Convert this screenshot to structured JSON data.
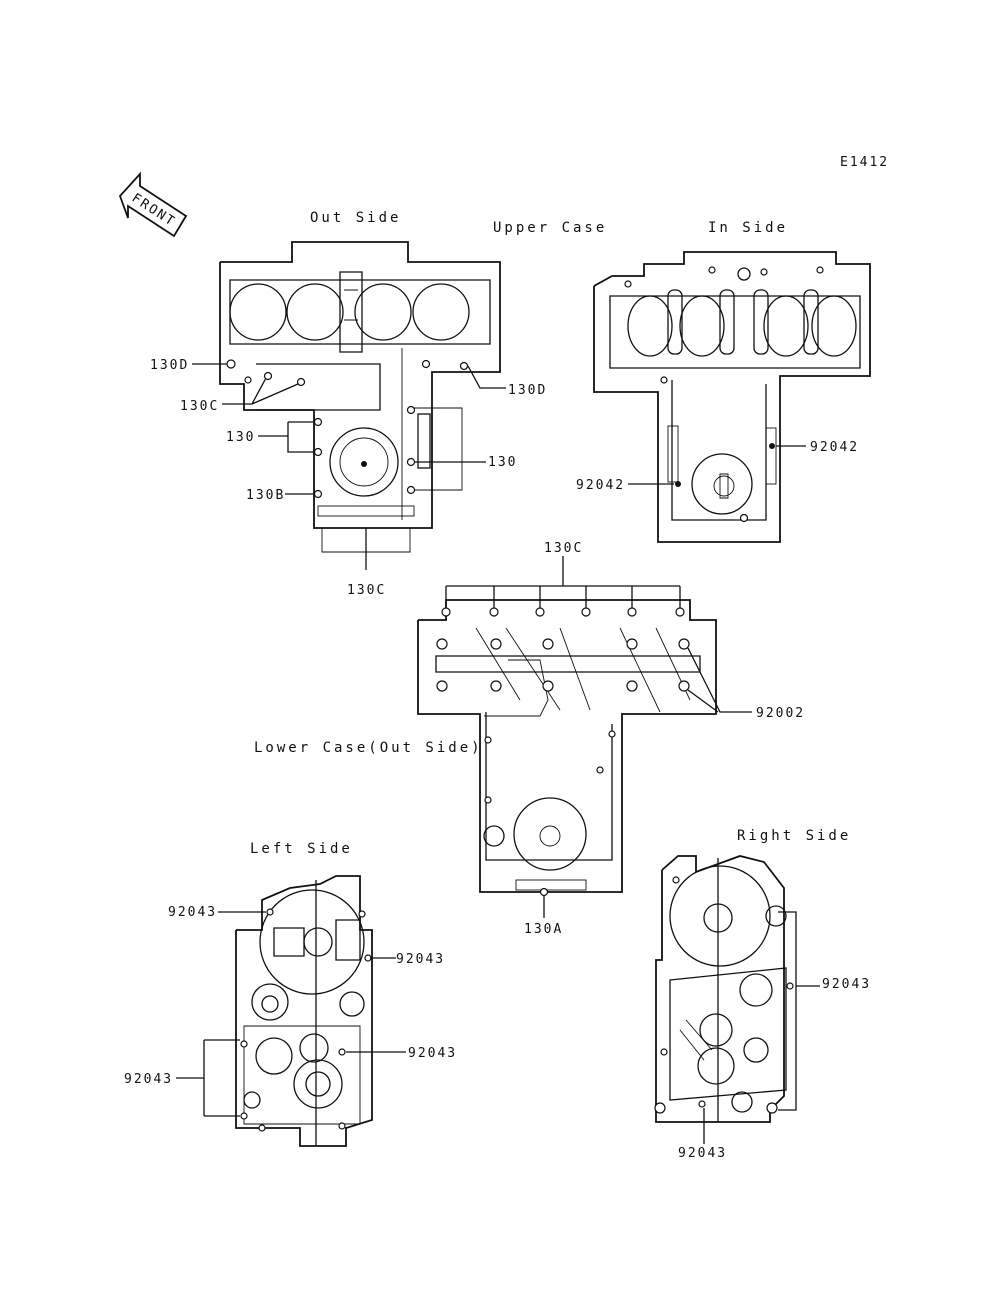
{
  "figure_code": "E1412",
  "front_arrow_label": "FRONT",
  "titles": {
    "out_side": "Out Side",
    "upper_case": "Upper Case",
    "in_side": "In Side",
    "lower_case": "Lower Case(Out Side)",
    "left_side": "Left Side",
    "right_side": "Right Side"
  },
  "callouts": {
    "c130d_left": "130D",
    "c130c_left": "130C",
    "c130_left": "130",
    "c130b": "130B",
    "c130c_bottom": "130C",
    "c130d_right": "130D",
    "c130_right": "130",
    "c92042_right": "92042",
    "c92042_left": "92042",
    "c130c_lower_top": "130C",
    "c92002": "92002",
    "c130a": "130A",
    "c92043_ls_top": "92043",
    "c92043_ls_mid": "92043",
    "c92043_ls_left": "92043",
    "c92043_ls_right": "92043",
    "c92043_rs_right": "92043",
    "c92043_rs_bottom": "92043"
  }
}
